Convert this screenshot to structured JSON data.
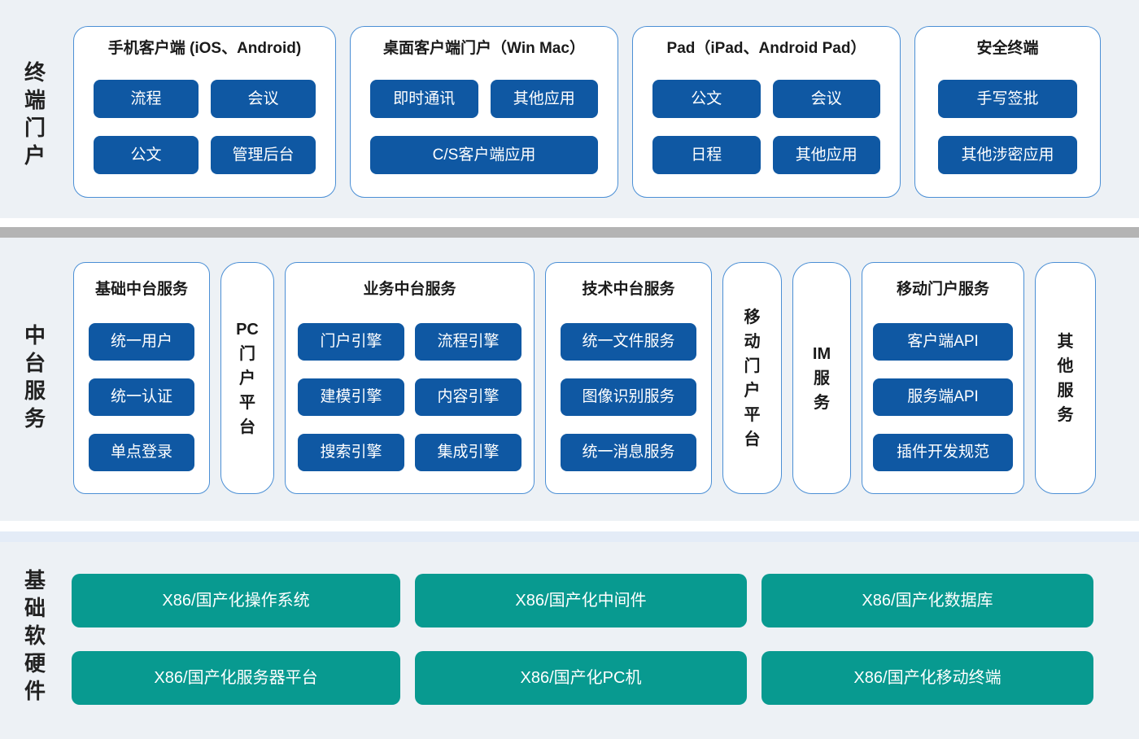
{
  "colors": {
    "page_bg": "#edf1f5",
    "chip_blue": "#0f58a3",
    "chip_teal": "#089a90",
    "card_border": "#4b8fd5",
    "divider_gray": "#b4b4b4",
    "title_text": "#1a1a1a"
  },
  "terminal": {
    "label": "终端门户",
    "cards": [
      {
        "title": "手机客户端 (iOS、Android)",
        "buttons": [
          "流程",
          "会议",
          "公文",
          "管理后台"
        ]
      },
      {
        "title": "桌面客户端门户（Win Mac）",
        "buttons": [
          "即时通讯",
          "其他应用",
          "C/S客户端应用"
        ]
      },
      {
        "title": "Pad（iPad、Android Pad）",
        "buttons": [
          "公文",
          "会议",
          "日程",
          "其他应用"
        ]
      },
      {
        "title": "安全终端",
        "buttons": [
          "手写签批",
          "其他涉密应用"
        ]
      }
    ]
  },
  "middle": {
    "label": "中台服务",
    "panels": [
      {
        "title": "基础中台服务",
        "buttons": [
          "统一用户",
          "统一认证",
          "单点登录"
        ]
      },
      {
        "title": "业务中台服务",
        "buttons": [
          "门户引擎",
          "流程引擎",
          "建模引擎",
          "内容引擎",
          "搜索引擎",
          "集成引擎"
        ]
      },
      {
        "title": "技术中台服务",
        "buttons": [
          "统一文件服务",
          "图像识别服务",
          "统一消息服务"
        ]
      },
      {
        "title": "移动门户服务",
        "buttons": [
          "客户端API",
          "服务端API",
          "插件开发规范"
        ]
      }
    ],
    "strips": [
      "PC门户平台",
      "移动门户平台",
      "IM服务",
      "其他服务"
    ]
  },
  "foundation": {
    "label": "基础软硬件",
    "buttons": [
      "X86/国产化操作系统",
      "X86/国产化中间件",
      "X86/国产化数据库",
      "X86/国产化服务器平台",
      "X86/国产化PC机",
      "X86/国产化移动终端"
    ]
  }
}
